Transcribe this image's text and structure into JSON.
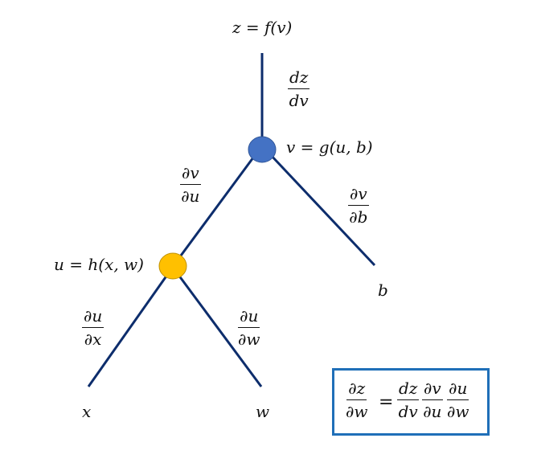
{
  "diagram": {
    "nodes": {
      "z": {
        "label": "z = f(v)"
      },
      "v": {
        "label": "v = g(u, b)",
        "color": "#4472c4"
      },
      "u": {
        "label": "u = h(x, w)",
        "color": "#ffc000"
      },
      "b": {
        "label": "b"
      },
      "x": {
        "label": "x"
      },
      "w": {
        "label": "w"
      }
    },
    "edge_color": "#0d2d6c",
    "edges": [
      {
        "name": "z-v",
        "num": "dz",
        "den": "dv"
      },
      {
        "name": "v-u",
        "num": "∂v",
        "den": "∂u"
      },
      {
        "name": "v-b",
        "num": "∂v",
        "den": "∂b"
      },
      {
        "name": "u-x",
        "num": "∂u",
        "den": "∂x"
      },
      {
        "name": "u-w",
        "num": "∂u",
        "den": "∂w"
      }
    ],
    "formula": {
      "lhs": {
        "num": "∂z",
        "den": "∂w"
      },
      "equals": "=",
      "rhs": [
        {
          "num": "dz",
          "den": "dv"
        },
        {
          "num": "∂v",
          "den": "∂u"
        },
        {
          "num": "∂u",
          "den": "∂w"
        }
      ],
      "border_color": "#1f6fb8"
    }
  }
}
